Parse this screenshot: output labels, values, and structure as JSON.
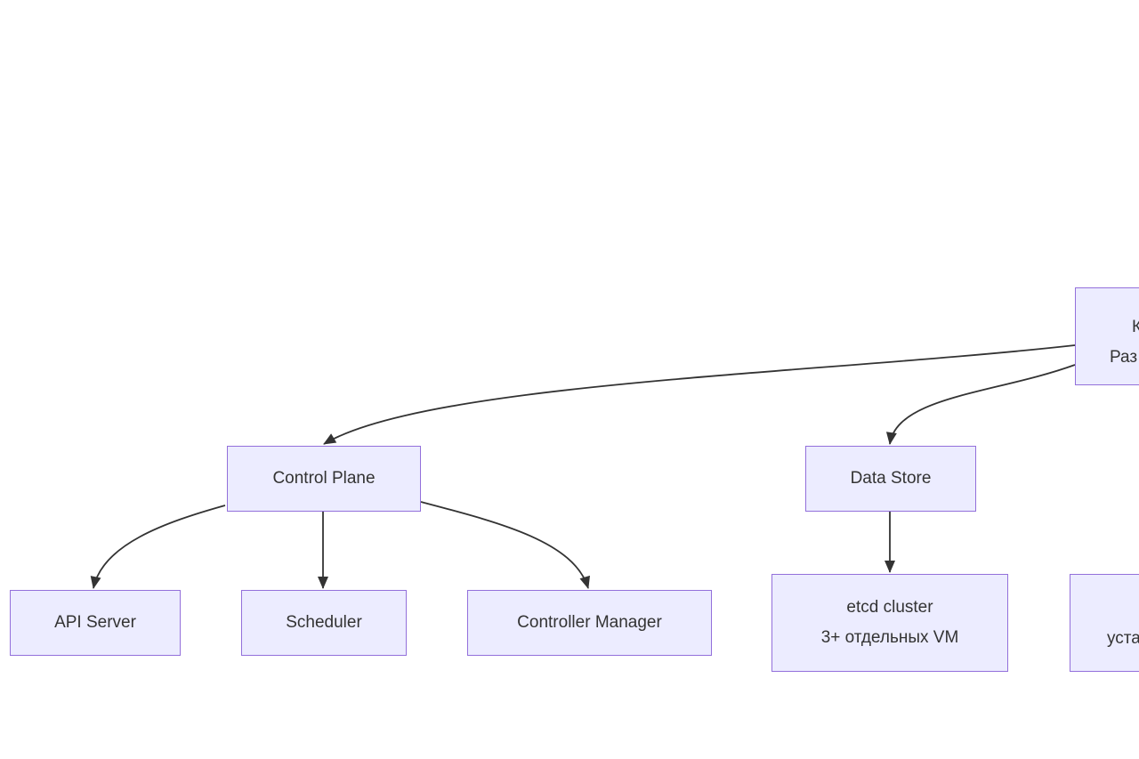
{
  "diagram": {
    "type": "flowchart",
    "background": "#ffffff",
    "node_fill": "#ECECFF",
    "node_border": "#9370DB",
    "edge_color": "#333333",
    "text_color": "#333333",
    "nodes": {
      "root": {
        "line1": "К",
        "line2": "Раз",
        "note": "partially visible at right edge"
      },
      "control_plane": {
        "label": "Control Plane"
      },
      "data_store": {
        "label": "Data Store"
      },
      "api_server": {
        "label": "API Server"
      },
      "scheduler": {
        "label": "Scheduler"
      },
      "controller_manager": {
        "label": "Controller Manager"
      },
      "etcd": {
        "line1": "etcd cluster",
        "line2": "3+ отдельных VM"
      },
      "install": {
        "line2": "уста",
        "note": "partially visible at right edge"
      }
    },
    "edges": [
      {
        "from": "root",
        "to": "control_plane"
      },
      {
        "from": "root",
        "to": "data_store"
      },
      {
        "from": "control_plane",
        "to": "api_server"
      },
      {
        "from": "control_plane",
        "to": "scheduler"
      },
      {
        "from": "control_plane",
        "to": "controller_manager"
      },
      {
        "from": "data_store",
        "to": "etcd"
      }
    ]
  }
}
